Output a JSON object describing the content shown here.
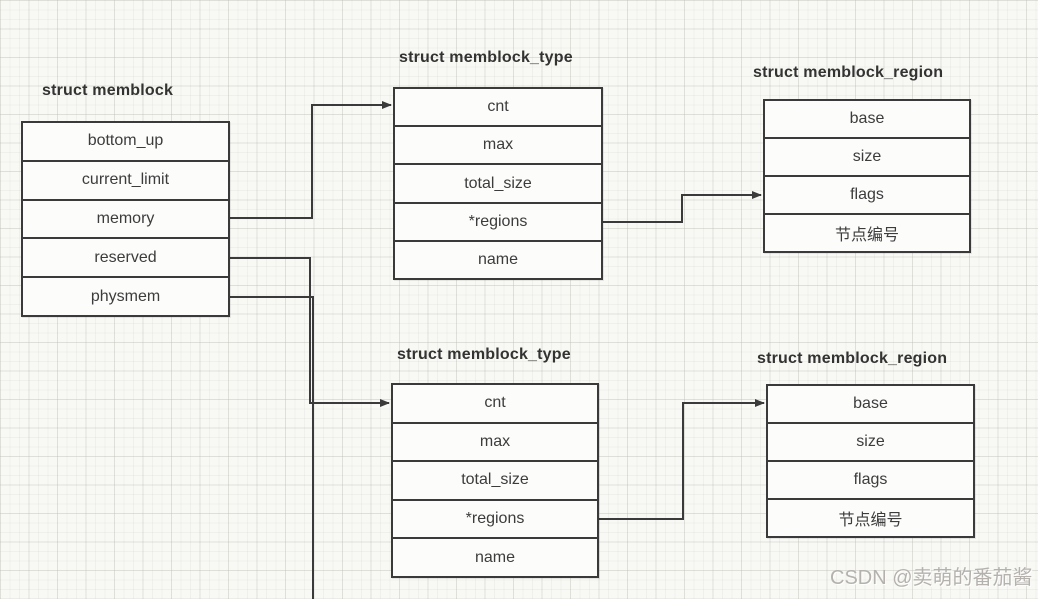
{
  "diagram": {
    "boxes": [
      {
        "id": "memblock",
        "title": "struct memblock",
        "fields": [
          "bottom_up",
          "current_limit",
          "memory",
          "reserved",
          "physmem"
        ]
      },
      {
        "id": "memblock_type_top",
        "title": "struct memblock_type",
        "fields": [
          "cnt",
          "max",
          "total_size",
          "*regions",
          "name"
        ]
      },
      {
        "id": "memblock_region_top",
        "title": "struct memblock_region",
        "fields": [
          "base",
          "size",
          "flags",
          "节点编号"
        ]
      },
      {
        "id": "memblock_type_bottom",
        "title": "struct memblock_type",
        "fields": [
          "cnt",
          "max",
          "total_size",
          "*regions",
          "name"
        ]
      },
      {
        "id": "memblock_region_bottom",
        "title": "struct memblock_region",
        "fields": [
          "base",
          "size",
          "flags",
          "节点编号"
        ]
      }
    ],
    "connections": [
      {
        "from": "memblock.memory",
        "to": "memblock_type_top.cnt",
        "arrow": true
      },
      {
        "from": "memblock_type_top.*regions",
        "to": "memblock_region_top.flags",
        "arrow": true
      },
      {
        "from": "memblock.reserved",
        "to": "memblock_type_bottom.cnt",
        "arrow": true
      },
      {
        "from": "memblock.physmem",
        "to": "offscreen-bottom",
        "arrow": false
      },
      {
        "from": "memblock_type_bottom.*regions",
        "to": "memblock_region_bottom.base",
        "arrow": true
      }
    ],
    "colors": {
      "line": "#3a3a3a",
      "text": "#3c3c3c",
      "box_background": "#fcfcfb",
      "page_background": "#f8f8f5",
      "watermark": "#b5b2ae"
    },
    "watermark": "CSDN @卖萌的番茄酱"
  }
}
